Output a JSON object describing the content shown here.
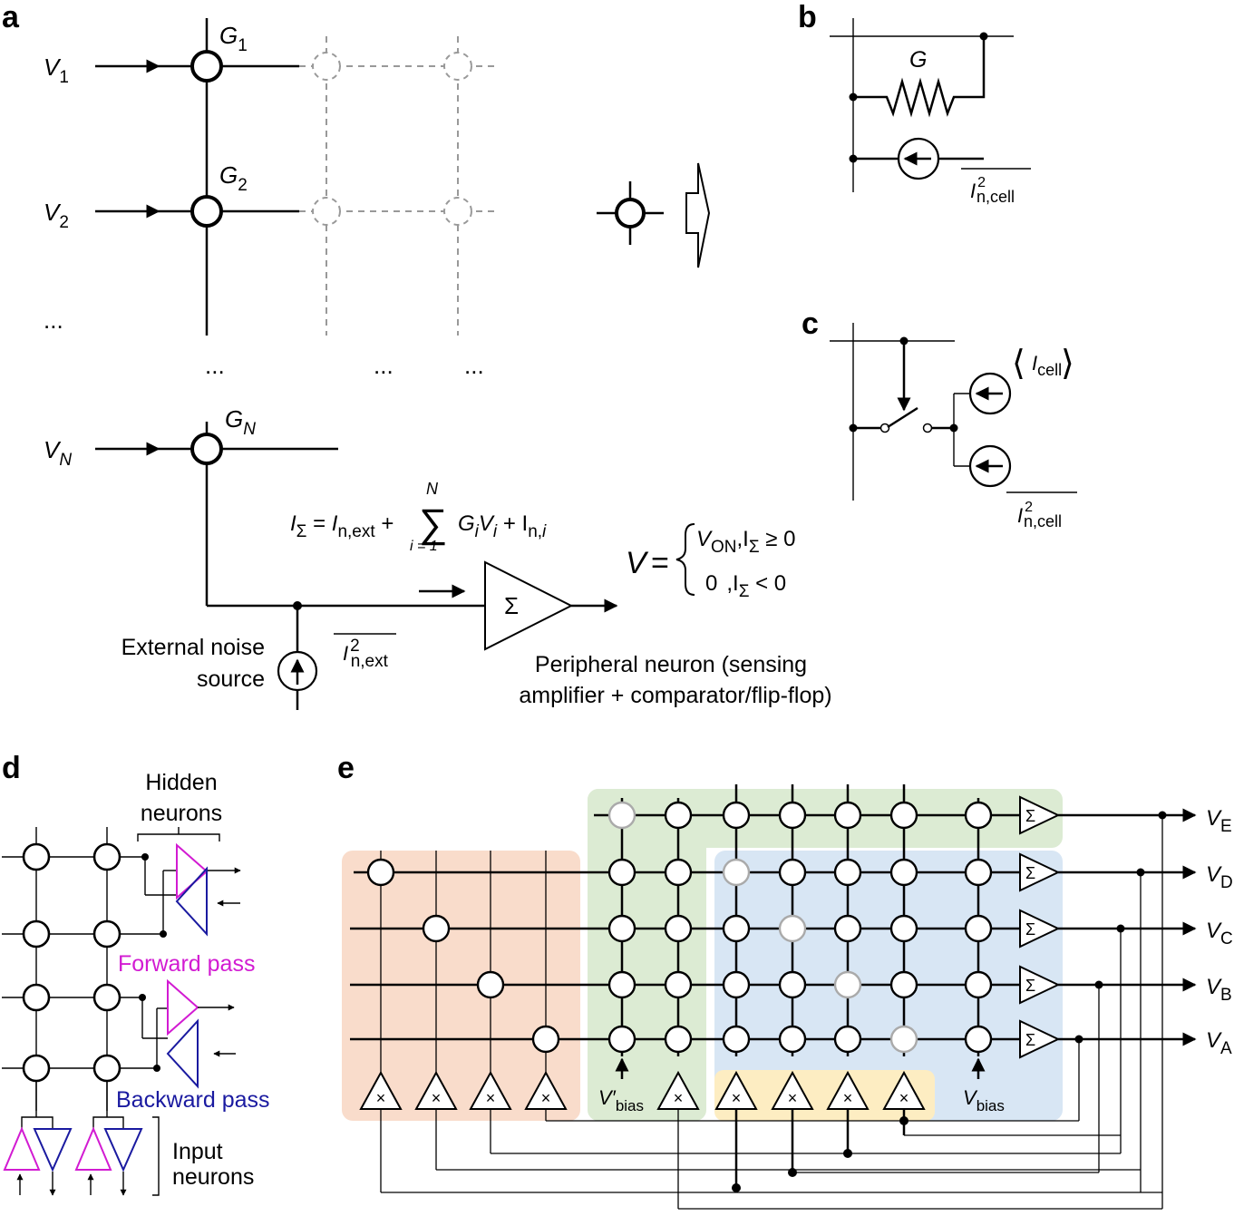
{
  "panels": {
    "a": "a",
    "b": "b",
    "c": "c",
    "d": "d",
    "e": "e"
  },
  "panel_a": {
    "inputs": [
      {
        "v": "V",
        "vs": "1",
        "g": "G",
        "gs": "1"
      },
      {
        "v": "V",
        "vs": "2",
        "g": "G",
        "gs": "2"
      },
      {
        "v": "V",
        "vs": "N",
        "g": "G",
        "gs": "N"
      }
    ],
    "ellipsis": "...",
    "sum_eq": {
      "I": "I",
      "sigma_sub": "Σ",
      "eq": " = ",
      "In": "I",
      "n_ext": "n,ext",
      "plus": " + ",
      "sum": "∑",
      "top": "N",
      "bottom": "i = 1",
      "GiVi": "G",
      "i1": "i",
      "V": "V",
      "i2": "i",
      "plus2": " + I",
      "nsub": "n,",
      "isub": "i"
    },
    "output_eq": {
      "V": "V",
      "eq": "=",
      "von": "V",
      "on_sub": "ON",
      "cond1": ",I",
      "cond1b": " ≥ 0",
      "zero": "0",
      "cond2": ",I",
      "cond2b": " < 0",
      "sigma": "Σ"
    },
    "noise_label": [
      "External noise",
      "source"
    ],
    "noise_I": "I",
    "noise_sup": "2",
    "noise_sub": "n,ext",
    "neuron_symbol": "Σ",
    "neuron_label": [
      "Peripheral neuron (sensing",
      "amplifier + comparator/flip-flop)"
    ]
  },
  "panel_b": {
    "G": "G",
    "I": "I",
    "sup": "2",
    "sub": "n,cell"
  },
  "panel_c": {
    "langle": "⟨",
    "I": "I",
    "sub_cell": "cell",
    "rangle": "⟩",
    "I2": "I",
    "sup": "2",
    "sub": "n,cell"
  },
  "panel_d": {
    "hidden": [
      "Hidden",
      "neurons"
    ],
    "forward": "Forward pass",
    "backward": "Backward pass",
    "input": [
      "Input",
      "neurons"
    ],
    "colors": {
      "forward": "#d21bd2",
      "backward": "#1a1aa0"
    }
  },
  "panel_e": {
    "outputs": [
      {
        "v": "V",
        "s": "E"
      },
      {
        "v": "V",
        "s": "D"
      },
      {
        "v": "V",
        "s": "C"
      },
      {
        "v": "V",
        "s": "B"
      },
      {
        "v": "V",
        "s": "A"
      }
    ],
    "sigma": "Σ",
    "times": "×",
    "vbias_prime": "V′",
    "vbias": "V",
    "bias_sub": "bias",
    "colors": {
      "orange": "#f9dccb",
      "green": "#dcebd3",
      "blue": "#d8e6f4",
      "yellow": "#fdedc2"
    }
  }
}
